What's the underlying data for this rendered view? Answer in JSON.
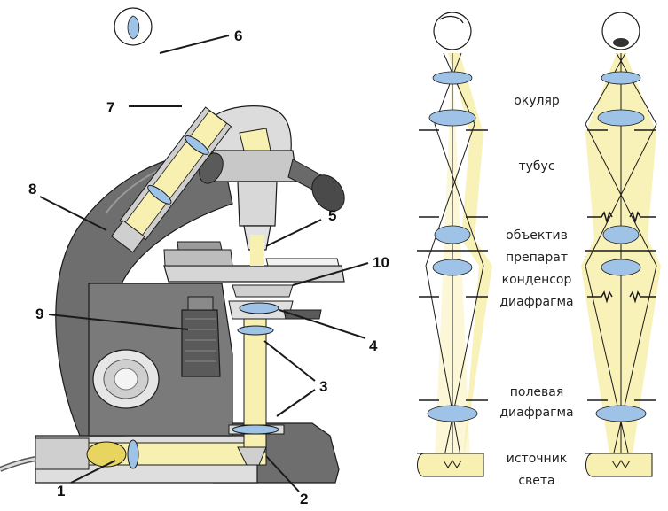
{
  "colors": {
    "light_beam": "#f7f0b0",
    "lens_blue": "#9fc3e6",
    "stand_gray": "#6e6e6e",
    "stand_dark": "#4a4a4a",
    "line": "#1a1a1a"
  },
  "callouts": {
    "c1": "1",
    "c2": "2",
    "c3": "3",
    "c4": "4",
    "c5": "5",
    "c6": "6",
    "c7": "7",
    "c8": "8",
    "c9": "9",
    "c10": "10"
  },
  "labels": {
    "eyepiece": "окуляр",
    "tube": "тубус",
    "objective": "объектив",
    "specimen": "препарат",
    "condenser": "конденсор",
    "diaphragm": "диафрагма",
    "field_line1": "полевая",
    "field_line2": "диафрагма",
    "source_line1": "источник",
    "source_line2": "света"
  }
}
